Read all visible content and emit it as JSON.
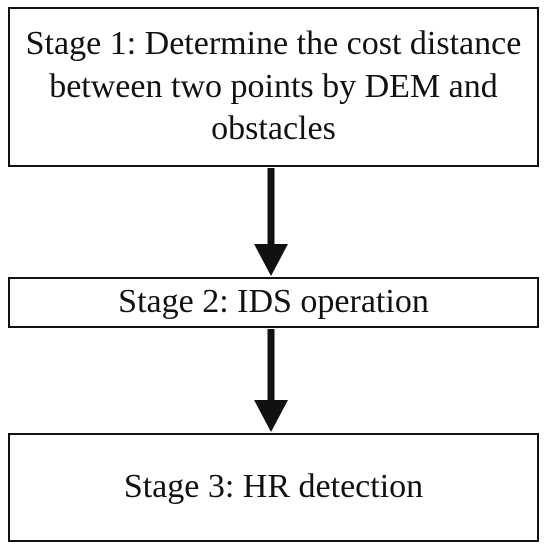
{
  "diagram": {
    "stages": [
      {
        "label": "Stage 1: Determine the cost distance between two points by DEM and obstacles"
      },
      {
        "label": "Stage 2: IDS operation"
      },
      {
        "label": "Stage 3: HR detection"
      }
    ],
    "colors": {
      "stroke": "#111111",
      "background": "#ffffff"
    }
  }
}
